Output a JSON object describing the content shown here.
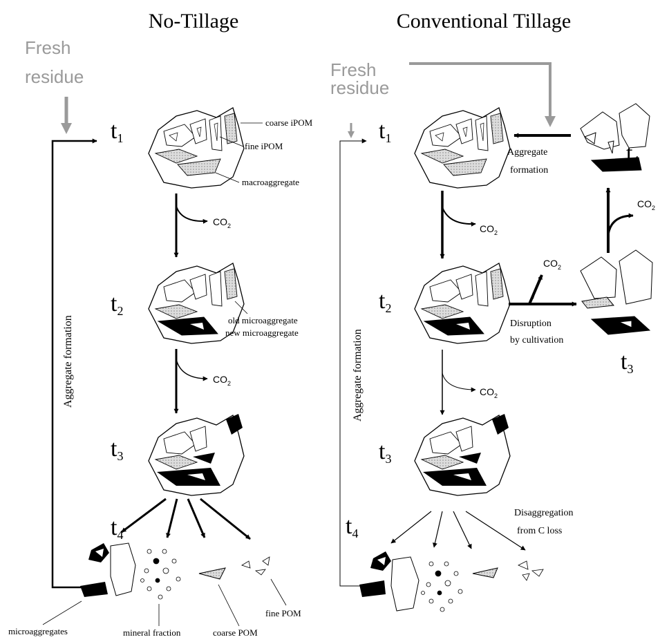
{
  "titles": {
    "no_tillage": "No-Tillage",
    "conventional_tillage": "Conventional Tillage"
  },
  "fresh_residue": {
    "line1": "Fresh",
    "line2": "residue"
  },
  "time": {
    "t": "t",
    "s1": "1",
    "s2": "2",
    "s3": "3",
    "s4": "4"
  },
  "co2": {
    "base": "CO",
    "sub": "2"
  },
  "labels": {
    "coarse_ipom": "coarse iPOM",
    "fine_ipom": "fine iPOM",
    "macroaggregate": "macroaggregate",
    "old_micro": "old microaggregate",
    "new_micro": "new microaggregate",
    "aggregate_formation": "Aggregate formation",
    "aggregate_formation_l1": "Aggregate",
    "aggregate_formation_l2": "formation",
    "disruption_l1": "Disruption",
    "disruption_l2": "by cultivation",
    "disaggregation_l1": "Disaggregation",
    "disaggregation_l2": "from C loss",
    "microaggregates": "microaggregates",
    "mineral_fraction": "mineral fraction",
    "coarse_pom": "coarse POM",
    "fine_pom": "fine POM"
  },
  "colors": {
    "ink": "#000000",
    "residue_gray": "#9a9a9a",
    "pom_fill": "#c8c8c8"
  }
}
